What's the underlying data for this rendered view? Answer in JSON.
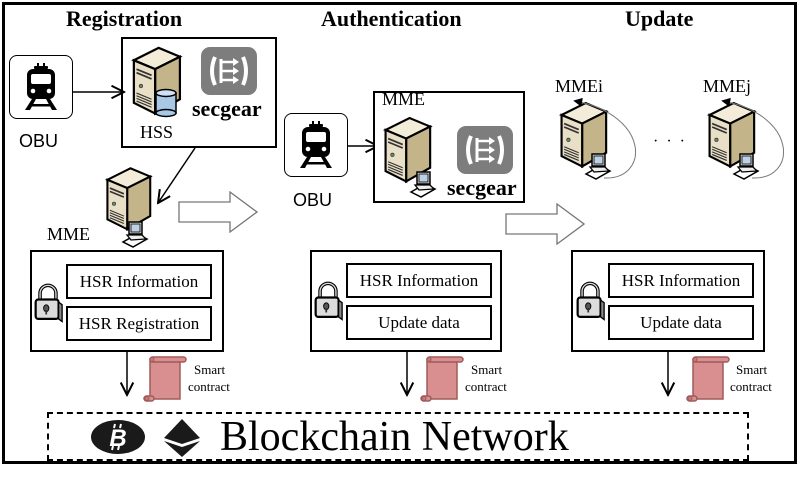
{
  "phases": {
    "registration": {
      "title": "Registration",
      "obu_label": "OBU",
      "hss_label": "HSS",
      "mme_label": "MME",
      "secgear_label": "secgear",
      "data_items": [
        "HSR Information",
        "HSR Registration"
      ],
      "contract_label": [
        "Smart",
        "contract"
      ]
    },
    "authentication": {
      "title": "Authentication",
      "obu_label": "OBU",
      "mme_label": "MME",
      "secgear_label": "secgear",
      "data_items": [
        "HSR Information",
        "Update data"
      ],
      "contract_label": [
        "Smart",
        "contract"
      ]
    },
    "update": {
      "title": "Update",
      "mme_i_label": "MMEi",
      "mme_j_label": "MMEj",
      "ellipsis": "· · ·",
      "data_items": [
        "HSR Information",
        "Update data"
      ],
      "contract_label": [
        "Smart",
        "contract"
      ]
    }
  },
  "blockchain": {
    "title": "Blockchain Network",
    "icons": [
      "bitcoin-icon",
      "ethereum-icon"
    ]
  },
  "colors": {
    "server_body": "#e9dfc6",
    "server_side": "#c9b98f",
    "secgear_logo": "#7d7d7d",
    "scroll_fill": "#d98f8f",
    "scroll_stroke": "#a05a5a",
    "db_fill": "#a9c8e6"
  }
}
